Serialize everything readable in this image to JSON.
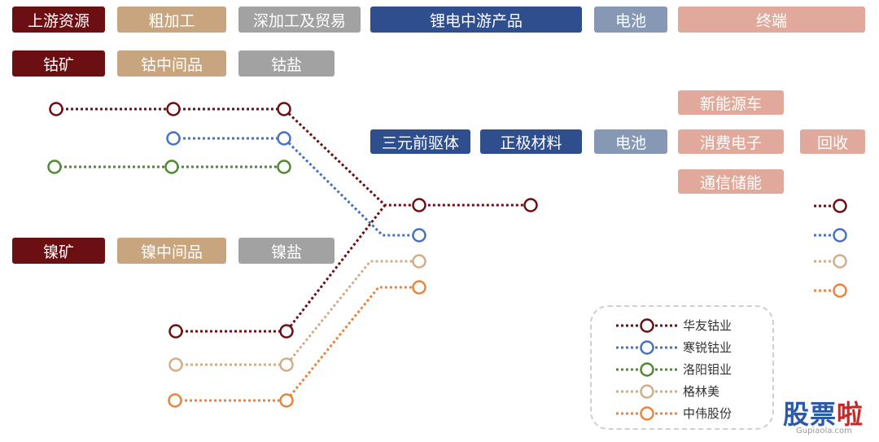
{
  "header": {
    "upstream": "上游资源",
    "rough": "粗加工",
    "deep": "深加工及贸易",
    "midstream": "锂电中游产品",
    "battery": "电池",
    "terminal": "终端"
  },
  "cobalt_row": {
    "ore": "钴矿",
    "intermediate": "钴中间品",
    "salt": "钴盐"
  },
  "nickel_row": {
    "ore": "镍矿",
    "intermediate": "镍中间品",
    "salt": "镍盐"
  },
  "middle": {
    "precursor": "三元前驱体",
    "cathode": "正极材料",
    "battery": "电池",
    "recycle": "回收"
  },
  "terminal_items": [
    "新能源车",
    "消费电子",
    "通信储能"
  ],
  "companies": [
    {
      "name": "华友钴业",
      "color": "#6b0f12"
    },
    {
      "name": "寒锐钴业",
      "color": "#4472c4"
    },
    {
      "name": "洛阳钼业",
      "color": "#4e8a32"
    },
    {
      "name": "格林美",
      "color": "#d1ae88"
    },
    {
      "name": "中伟股份",
      "color": "#e8843c"
    }
  ],
  "watermark": {
    "main_a": "股票",
    "main_b": "啦",
    "sub": "Gupiaola.com"
  }
}
